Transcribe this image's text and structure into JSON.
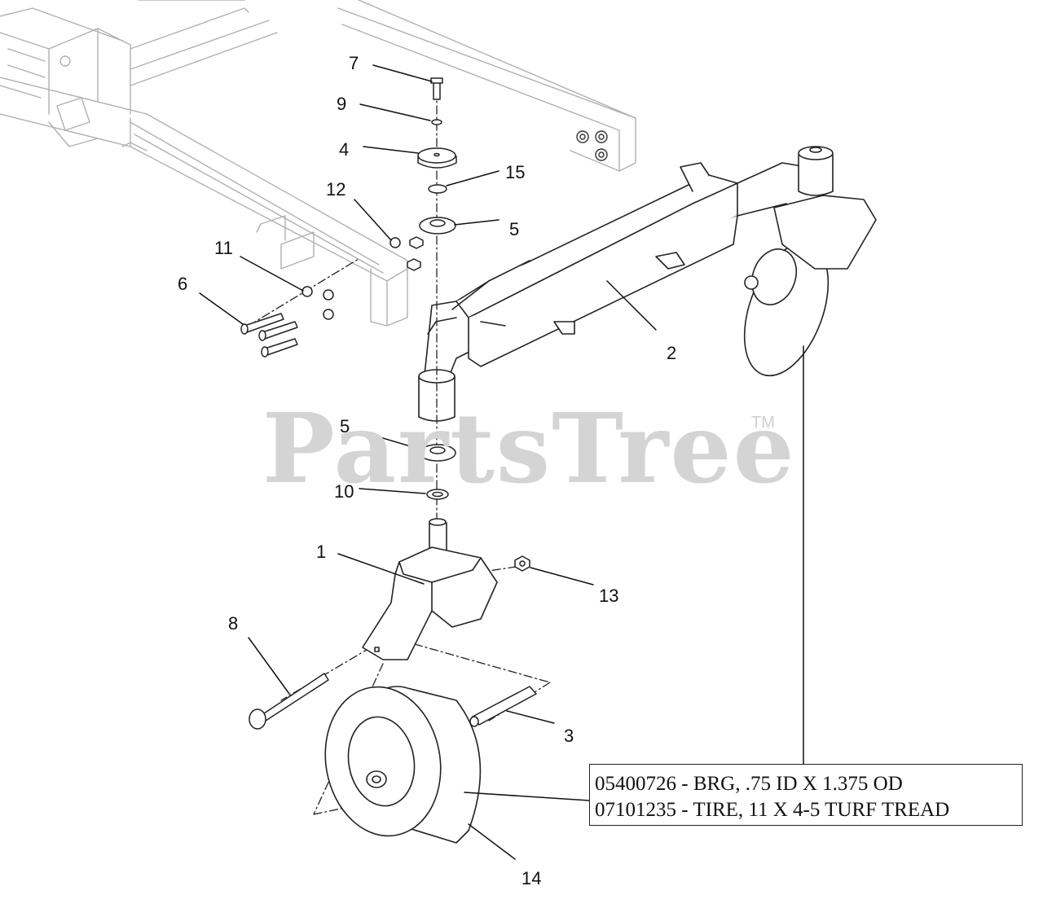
{
  "watermark": {
    "text": "PartsTree",
    "tm": "TM"
  },
  "callouts": {
    "c1": "1",
    "c2": "2",
    "c3": "3",
    "c4": "4",
    "c5_top": "5",
    "c5_bottom": "5",
    "c6": "6",
    "c7": "7",
    "c8": "8",
    "c9": "9",
    "c10": "10",
    "c11": "11",
    "c12": "12",
    "c13": "13",
    "c14": "14",
    "c15": "15"
  },
  "legend": {
    "rows": [
      "05400726 - BRG, .75 ID X 1.375 OD",
      "07101235 - TIRE, 11 X 4-5 TURF TREAD"
    ]
  }
}
